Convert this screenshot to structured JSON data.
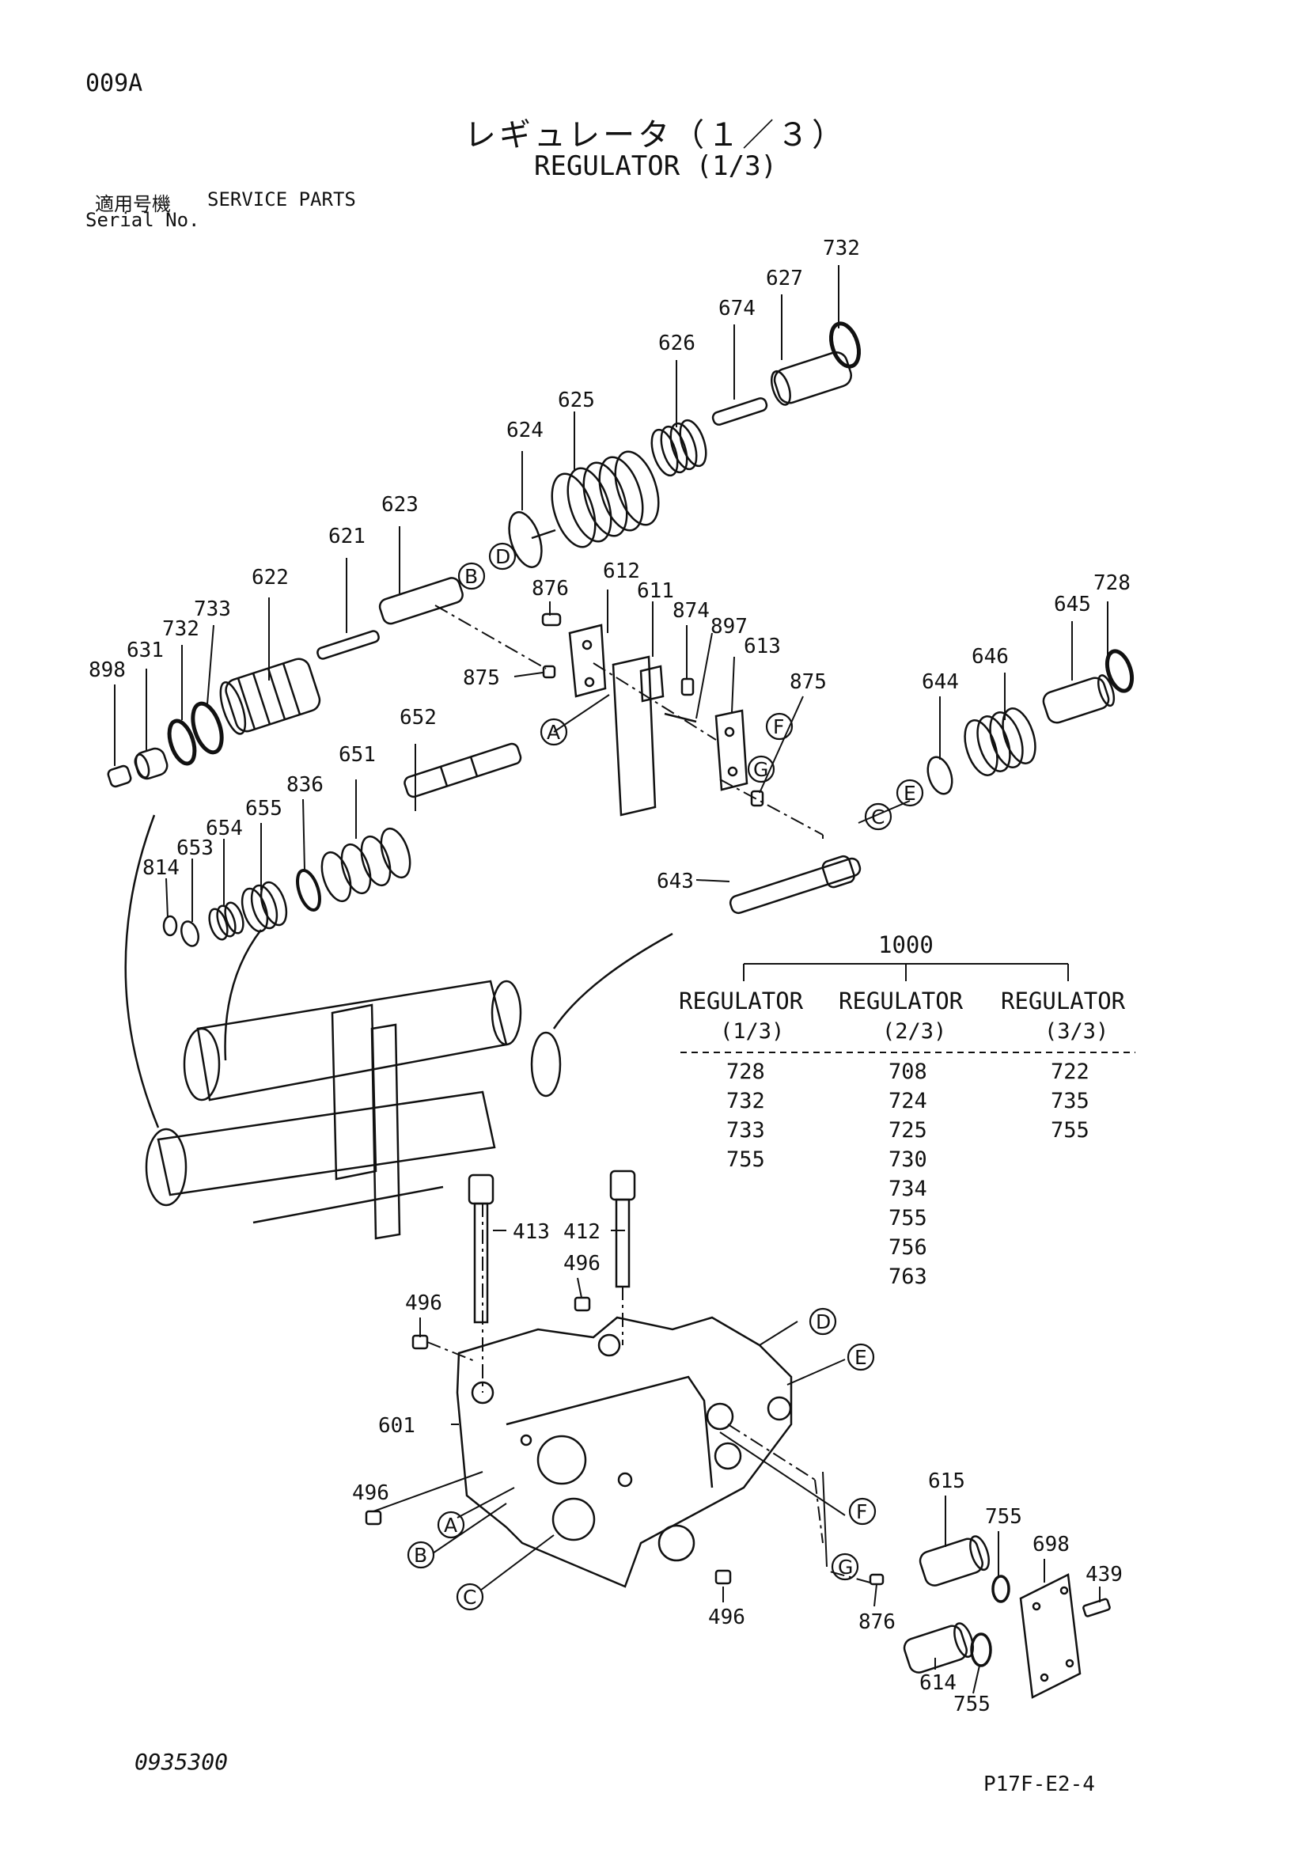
{
  "page": {
    "code": "009A",
    "title_jp": "レギュレータ（１／３）",
    "title_en": "REGULATOR (1/3)",
    "applicable_label": "適用号機",
    "service_parts": "SERVICE PARTS",
    "serial_label": "Serial No.",
    "footer_left": "0935300",
    "footer_right": "P17F-E2-4"
  },
  "parts": {
    "p732a": "732",
    "p627": "627",
    "p674": "674",
    "p626": "626",
    "p625": "625",
    "p624": "624",
    "p623": "623",
    "p621": "621",
    "p622": "622",
    "p733": "733",
    "p732b": "732",
    "p631": "631",
    "p898": "898",
    "p876a": "876",
    "p612": "612",
    "p611": "611",
    "p874": "874",
    "p897": "897",
    "p613": "613",
    "p875a": "875",
    "p875b": "875",
    "p645": "645",
    "p728": "728",
    "p646": "646",
    "p644": "644",
    "p652": "652",
    "p651": "651",
    "p836": "836",
    "p655": "655",
    "p654": "654",
    "p653": "653",
    "p814": "814",
    "p643": "643",
    "p413": "413",
    "p412": "412",
    "p496a": "496",
    "p496b": "496",
    "p496c": "496",
    "p496d": "496",
    "p601": "601",
    "p615": "615",
    "p755a": "755",
    "p698": "698",
    "p439": "439",
    "p876b": "876",
    "p614": "614",
    "p755b": "755"
  },
  "letters": {
    "b1": "B",
    "d1": "D",
    "a1": "A",
    "f1": "F",
    "g1": "G",
    "c1": "C",
    "e1": "E",
    "d2": "D",
    "e2": "E",
    "a2": "A",
    "b2": "B",
    "c2": "C",
    "f2": "F",
    "g2": "G"
  },
  "kit_table": {
    "assembly": "1000",
    "columns": [
      {
        "name": "REGULATOR",
        "sub": "(1/3)",
        "items": [
          "728",
          "732",
          "733",
          "755"
        ]
      },
      {
        "name": "REGULATOR",
        "sub": "(2/3)",
        "items": [
          "708",
          "724",
          "725",
          "730",
          "734",
          "755",
          "756",
          "763"
        ]
      },
      {
        "name": "REGULATOR",
        "sub": "(3/3)",
        "items": [
          "722",
          "735",
          "755"
        ]
      }
    ]
  }
}
